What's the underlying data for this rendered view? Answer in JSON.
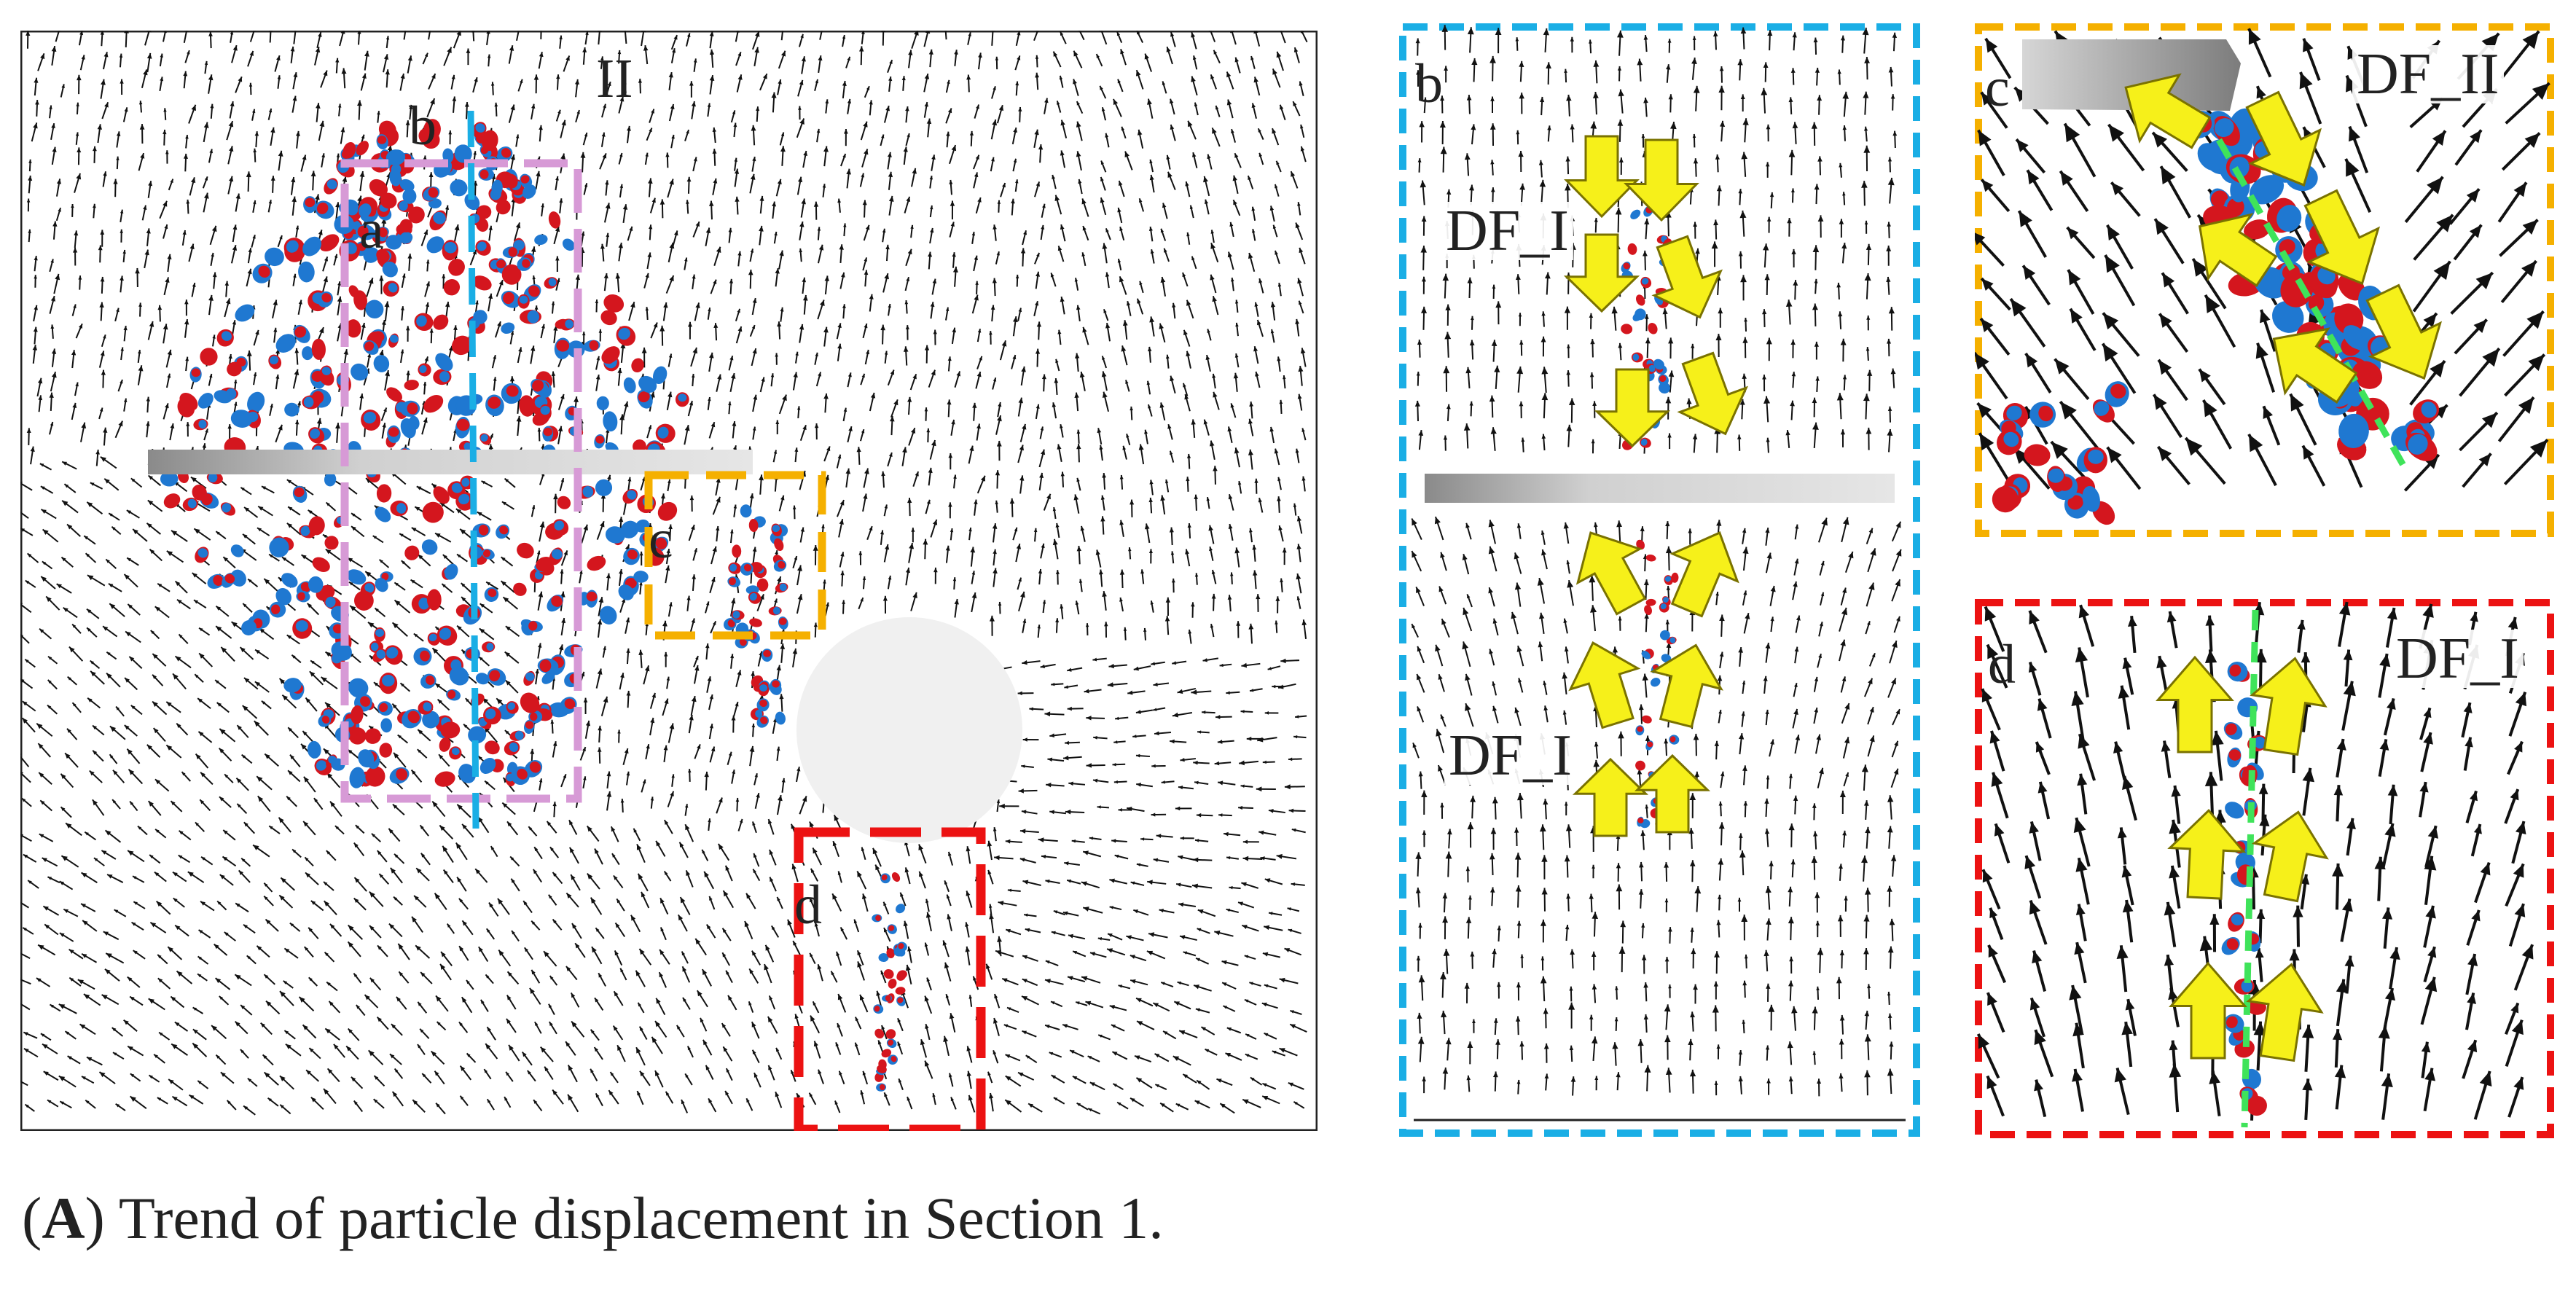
{
  "figure": {
    "caption_letter": "A",
    "caption_text": "Trend of particle displacement in Section 1.",
    "colors": {
      "vector_arrow": "#111111",
      "particle_red": "#d4161e",
      "particle_blue": "#1f78d1",
      "box_a": "#d79ad6",
      "line_b": "#1aaee5",
      "box_c": "#f5b000",
      "box_d": "#ec1212",
      "trend_arrow": "#f6f01a",
      "fracture_line": "#3fe35a",
      "sensor_bar": "#bdbdbd",
      "hole": "#f0f0f0"
    },
    "main": {
      "label_a": "a",
      "label_b": "b",
      "label_c": "c",
      "label_d": "d",
      "label_top": "II"
    },
    "insets": {
      "b": {
        "letter": "b",
        "label_top": "DF_I",
        "label_bottom": "DF_I"
      },
      "c": {
        "letter": "c",
        "label": "DF_II"
      },
      "d": {
        "letter": "d",
        "label": "DF_I"
      }
    }
  }
}
